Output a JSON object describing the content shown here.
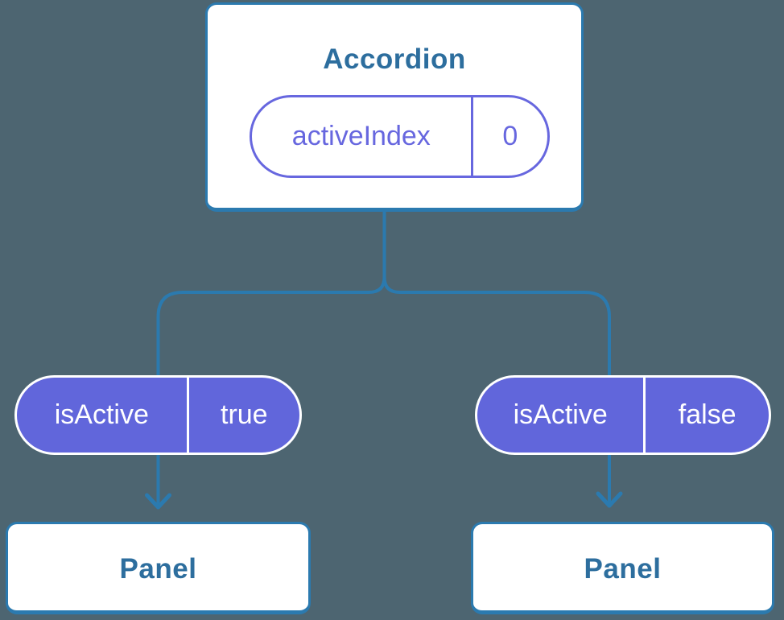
{
  "colors": {
    "background": "#4D6571",
    "accent-blue": "#2B7AAF",
    "text-blue": "#2D6E9E",
    "accent-purple": "#6767DF",
    "purple-fill": "#6166DB",
    "card-bg": "#FFFFFF",
    "pill-text": "#FFFFFF"
  },
  "root_card": {
    "title": "Accordion",
    "state": {
      "name": "activeIndex",
      "value": "0"
    }
  },
  "children": [
    {
      "prop": {
        "name": "isActive",
        "value": "true"
      },
      "panel": {
        "label": "Panel"
      }
    },
    {
      "prop": {
        "name": "isActive",
        "value": "false"
      },
      "panel": {
        "label": "Panel"
      }
    }
  ]
}
